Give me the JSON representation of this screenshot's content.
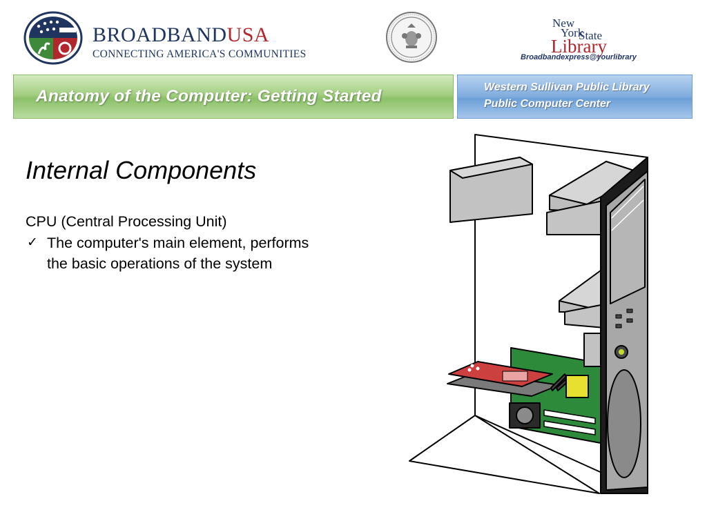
{
  "header": {
    "broadband": {
      "brand_part1": "BROADBAND",
      "brand_part2": "USA",
      "tagline": "CONNECTING AMERICA'S COMMUNITIES",
      "colors": {
        "navy": "#1f3560",
        "red": "#b0272e",
        "green": "#3f8a3a"
      }
    },
    "library": {
      "word_new": "New",
      "word_york": "York",
      "word_state": "State",
      "word_library": "Library",
      "email": "Broadbandexpress@yourlibrary"
    }
  },
  "banner": {
    "title": "Anatomy of the Computer: Getting Started",
    "location_line1": "Western Sullivan Public Library",
    "location_line2": "Public Computer Center",
    "colors": {
      "green": "#9fcd7e",
      "blue": "#7ea9dc"
    }
  },
  "content": {
    "heading": "Internal Components",
    "item_label": "CPU (Central Processing Unit)",
    "bullet_icon": "check-icon",
    "bullet_line1": "The computer's main element, performs",
    "bullet_line2": "the basic operations of the system"
  },
  "illustration": {
    "subject": "computer-tower-internal-icon",
    "colors": {
      "motherboard": "#2c8a3a",
      "card": "#cc4040",
      "chip": "#e8e030",
      "gray": "#bdbdbd",
      "dark": "#2a2a2a"
    }
  }
}
